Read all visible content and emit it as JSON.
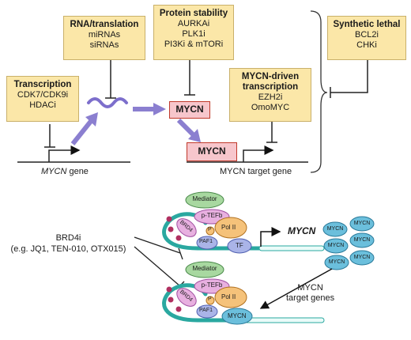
{
  "boxes": {
    "transcription": {
      "title": "Transcription",
      "l1": "CDK7/CDK9i",
      "l2": "HDACi"
    },
    "rna": {
      "title": "RNA/translation",
      "l1": "miRNAs",
      "l2": "siRNAs"
    },
    "protein": {
      "title": "Protein stability",
      "l1": "AURKAi",
      "l2": "PLK1i",
      "l3": "PI3Ki & mTORi"
    },
    "driven": {
      "title1": "MYCN-driven",
      "title2": "transcription",
      "l1": "EZH2i",
      "l2": "OmoMYC"
    },
    "lethal": {
      "title": "Synthetic lethal",
      "l1": "BCL2i",
      "l2": "CHKi"
    }
  },
  "labels": {
    "mycn_gene": "MYCN",
    "gene_suffix": "gene",
    "mycn_protein": "MYCN",
    "mycn_bound": "MYCN",
    "target_gene": "MYCN target gene",
    "brd4i_1": "BRD4i",
    "brd4i_2": "(e.g. JQ1, TEN-010, OTX015)",
    "mycn_italic": "MYCN",
    "target_genes_1": "MYCN",
    "target_genes_2": "target genes"
  },
  "complex": {
    "mediator": "Mediator",
    "ptefb": "p-TEFb",
    "brd4": "BRD4",
    "p": "P",
    "pol2": "Pol II",
    "paf1": "PAF1",
    "tf": "TF",
    "mycn": "MYCN"
  },
  "mycn_cluster": [
    "MYCN",
    "MYCN",
    "MYCN",
    "MYCN",
    "MYCN",
    "MYCN"
  ],
  "colors": {
    "box_fill": "#fbe7a8",
    "arrow_purple": "#8b7fd0",
    "mediator_green": "#a8d8a0",
    "ptefb_pink": "#e8b0e0",
    "pol2_orange": "#f5c27a",
    "paf1_blue": "#aab4e8",
    "mycn_blue": "#6bbfdc",
    "dna_teal": "#2aa8a0"
  }
}
